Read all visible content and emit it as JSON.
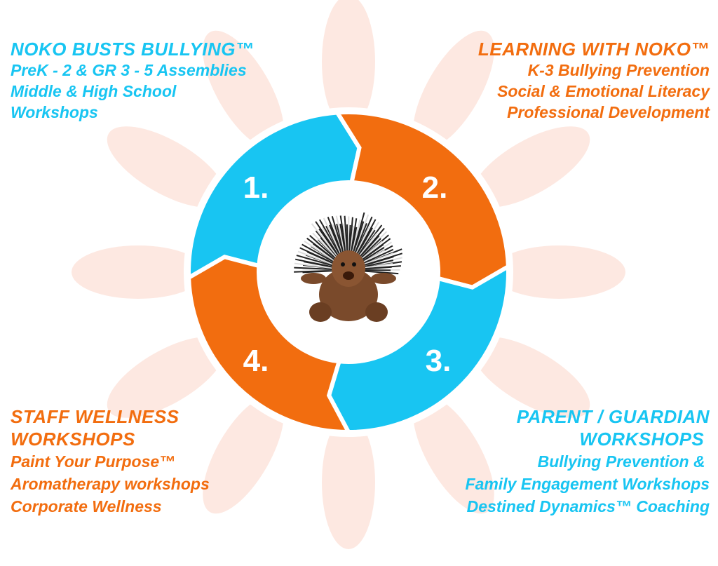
{
  "colors": {
    "blue": "#18c5f2",
    "orange": "#f26d0f",
    "petal": "#fde8e1"
  },
  "cycle": {
    "steps": [
      {
        "number": "1.",
        "color": "blue"
      },
      {
        "number": "2.",
        "color": "orange"
      },
      {
        "number": "3.",
        "color": "blue"
      },
      {
        "number": "4.",
        "color": "orange"
      }
    ]
  },
  "sections": {
    "noko_busts": {
      "title": "NOKO BUSTS BULLYING™",
      "lines": [
        "PreK - 2 & GR 3 - 5 Assemblies",
        "Middle & High School",
        "Workshops"
      ]
    },
    "learning": {
      "title": "LEARNING WITH NOKO™",
      "lines": [
        "K-3 Bullying  Prevention",
        "Social & Emotional Literacy",
        "Professional Development"
      ]
    },
    "staff": {
      "title_lines": [
        "STAFF WELLNESS",
        "WORKSHOPS"
      ],
      "lines": [
        "Paint Your Purpose™",
        "Aromatherapy workshops",
        "Corporate Wellness"
      ]
    },
    "parent": {
      "title_lines": [
        "PARENT / GUARDIAN",
        "WORKSHOPS "
      ],
      "lines": [
        "Bullying Prevention & ",
        "Family Engagement Workshops",
        "Destined Dynamics™ Coaching"
      ]
    }
  }
}
